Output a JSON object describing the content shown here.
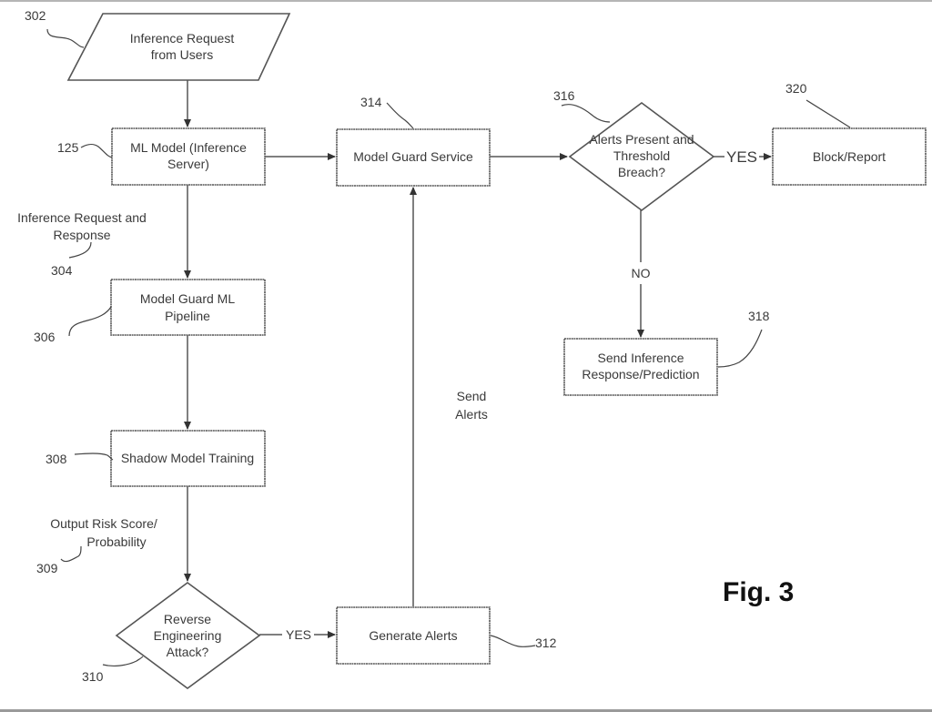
{
  "figure": {
    "caption": "Fig. 3",
    "nodes": {
      "inference_request": {
        "ref": "302",
        "lines": [
          "Inference Request",
          "from Users"
        ]
      },
      "ml_model": {
        "ref": "125",
        "lines": [
          "ML Model (Inference",
          "Server)"
        ]
      },
      "guard_pipeline": {
        "ref": "306",
        "lines": [
          "Model Guard ML",
          "Pipeline"
        ]
      },
      "shadow_training": {
        "ref": "308",
        "lines": [
          "Shadow Model Training"
        ]
      },
      "reverse_attack": {
        "ref": "310",
        "lines": [
          "Reverse",
          "Engineering",
          "Attack?"
        ]
      },
      "generate_alerts": {
        "ref": "312",
        "lines": [
          "Generate Alerts"
        ]
      },
      "guard_service": {
        "ref": "314",
        "lines": [
          "Model Guard Service"
        ]
      },
      "threshold_decision": {
        "ref": "316",
        "lines": [
          "Alerts Present and",
          "Threshold",
          "Breach?"
        ]
      },
      "send_response": {
        "ref": "318",
        "lines": [
          "Send Inference",
          "Response/Prediction"
        ]
      },
      "block_report": {
        "ref": "320",
        "lines": [
          "Block/Report"
        ]
      }
    },
    "annotations": {
      "req_resp": {
        "ref": "304",
        "lines": [
          "Inference Request and",
          "Response"
        ]
      },
      "risk_score": {
        "ref": "309",
        "lines": [
          "Output Risk Score/",
          "Probability"
        ]
      },
      "send_alerts": {
        "lines": [
          "Send",
          "Alerts"
        ]
      }
    },
    "edge_labels": {
      "attack_yes": "YES",
      "threshold_yes": "YES",
      "threshold_no": "NO"
    }
  }
}
